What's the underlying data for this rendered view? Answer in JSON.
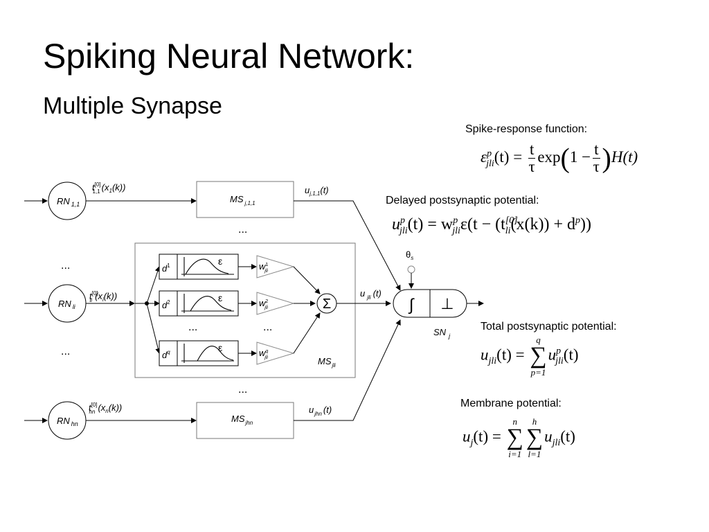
{
  "slide": {
    "title": "Spiking Neural Network:",
    "subtitle": "Multiple Synapse"
  },
  "formulas": {
    "spike_response": {
      "caption": "Spike-response function:",
      "lhs": "ε",
      "lhs_sup": "p",
      "lhs_sub": "jli",
      "arg": "(t) =",
      "frac1_num": "t",
      "frac1_den": "τ",
      "exp": "exp",
      "one_minus": "1 −",
      "frac2_num": "t",
      "frac2_den": "τ",
      "tail": "H(t)"
    },
    "delayed": {
      "caption": "Delayed postsynaptic potential:",
      "lhs": "u",
      "lhs_sup": "p",
      "lhs_sub": "jli",
      "mid": "(t) = w",
      "w_sup": "p",
      "w_sub": "jli",
      "eps": "ε(t − (t",
      "t_sup": "[0]",
      "t_sub": "li",
      "rest": "(x(k)) + d",
      "d_sup": "p",
      "close": "))"
    },
    "total": {
      "caption": "Total postsynaptic potential:",
      "lhs": "u",
      "lhs_sub": "jli",
      "arg": "(t) =",
      "sum_top": "q",
      "sum_bottom": "p=1",
      "term": "u",
      "term_sup": "p",
      "term_sub": "jli",
      "term_arg": "(t)"
    },
    "membrane": {
      "caption": "Membrane potential:",
      "lhs": "u",
      "lhs_sub": "j",
      "arg": "(t) =",
      "sum1_top": "n",
      "sum1_bottom": "i=1",
      "sum2_top": "h",
      "sum2_bottom": "l=1",
      "term": "u",
      "term_sub": "jli",
      "term_arg": "(t)"
    }
  },
  "diagram": {
    "rn_top": "RN",
    "rn_top_sub": "1,1",
    "rn_mid": "RN",
    "rn_mid_sub": "li",
    "rn_bot": "RN",
    "rn_bot_sub": "hn",
    "t_top": "t",
    "t_top_sup": "[0]",
    "t_top_sub": "1,1",
    "t_top_arg": "(x",
    "t_top_arg_sub": "1",
    "t_top_arg_end": "(k))",
    "t_mid": "t",
    "t_mid_sup": "[0]",
    "t_mid_sub": "li",
    "t_mid_arg": "(x",
    "t_mid_arg_sub": "i",
    "t_mid_arg_end": "(k))",
    "t_bot": "t",
    "t_bot_sup": "[0]",
    "t_bot_sub": "hn",
    "t_bot_arg": "(x",
    "t_bot_arg_sub": "n",
    "t_bot_arg_end": "(k))",
    "ms_top": "MS",
    "ms_top_sub": "j,1,1",
    "ms_mid": "MS",
    "ms_mid_sub": "jli",
    "ms_bot": "MS",
    "ms_bot_sub": "jhn",
    "u_top": "u",
    "u_top_sub": "j,1,1",
    "u_top_arg": "(t)",
    "u_mid": "u",
    "u_mid_sub": "jli",
    "u_mid_arg": "(t)",
    "u_bot": "u",
    "u_bot_sub": "jhn",
    "u_bot_arg": "(t)",
    "d1": "d",
    "d1_sup": "1",
    "d2": "d",
    "d2_sup": "2",
    "dq": "d",
    "dq_sup": "q",
    "eps": "ε",
    "w1": "w",
    "w1_sup": "1",
    "w1_sub": "jli",
    "w2": "w",
    "w2_sup": "2",
    "w2_sub": "jli",
    "wq": "w",
    "wq_sup": "q",
    "wq_sub": "jli",
    "sigma": "Σ",
    "integral": "∫",
    "threshold_sym": "⊥",
    "theta": "θ",
    "theta_sub": "s",
    "sn": "SN",
    "sn_sub": "j",
    "dots": "..."
  }
}
